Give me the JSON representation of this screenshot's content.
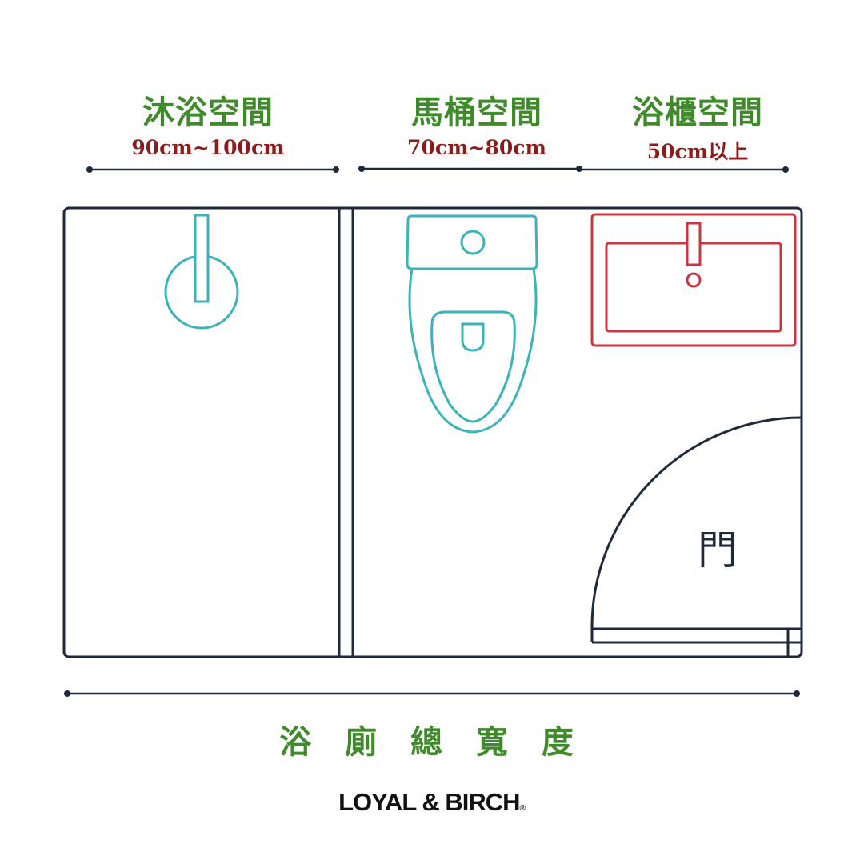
{
  "zones": [
    {
      "title": "沐浴空間",
      "dimension": "90cm~100cm"
    },
    {
      "title": "馬桶空間",
      "dimension": "70cm~80cm"
    },
    {
      "title": "浴櫃空間",
      "dimension": "50cm以上"
    }
  ],
  "door_label": "門",
  "total_label": "浴 廁 總 寬 度",
  "brand": {
    "name": "LOYAL & BIRCH",
    "mark": "®"
  },
  "colors": {
    "title_green": "#3f8a2a",
    "dimension_red": "#8c1c1c",
    "outline_navy": "#1e2a3a",
    "fixture_teal": "#3bb3b8",
    "sink_red": "#c9363f"
  }
}
